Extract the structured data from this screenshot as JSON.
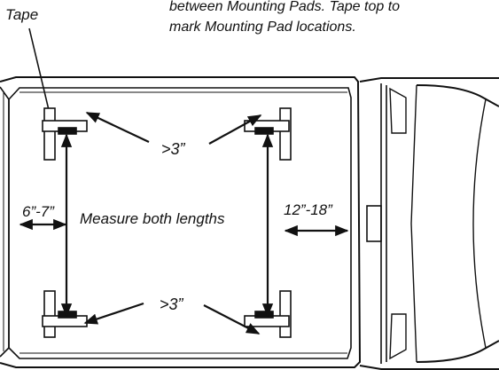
{
  "labels": {
    "tape": "Tape",
    "instruction_line1": "between Mounting Pads. Tape top to",
    "instruction_line2": "mark Mounting Pad locations",
    "instruction_period": ".",
    "gap_top": ">3”",
    "gap_bottom": ">3”",
    "side_margin": "6”-7”",
    "measure": "Measure both lengths",
    "rear_margin": "12”-18”"
  },
  "colors": {
    "line": "#111111",
    "background": "#ffffff"
  }
}
